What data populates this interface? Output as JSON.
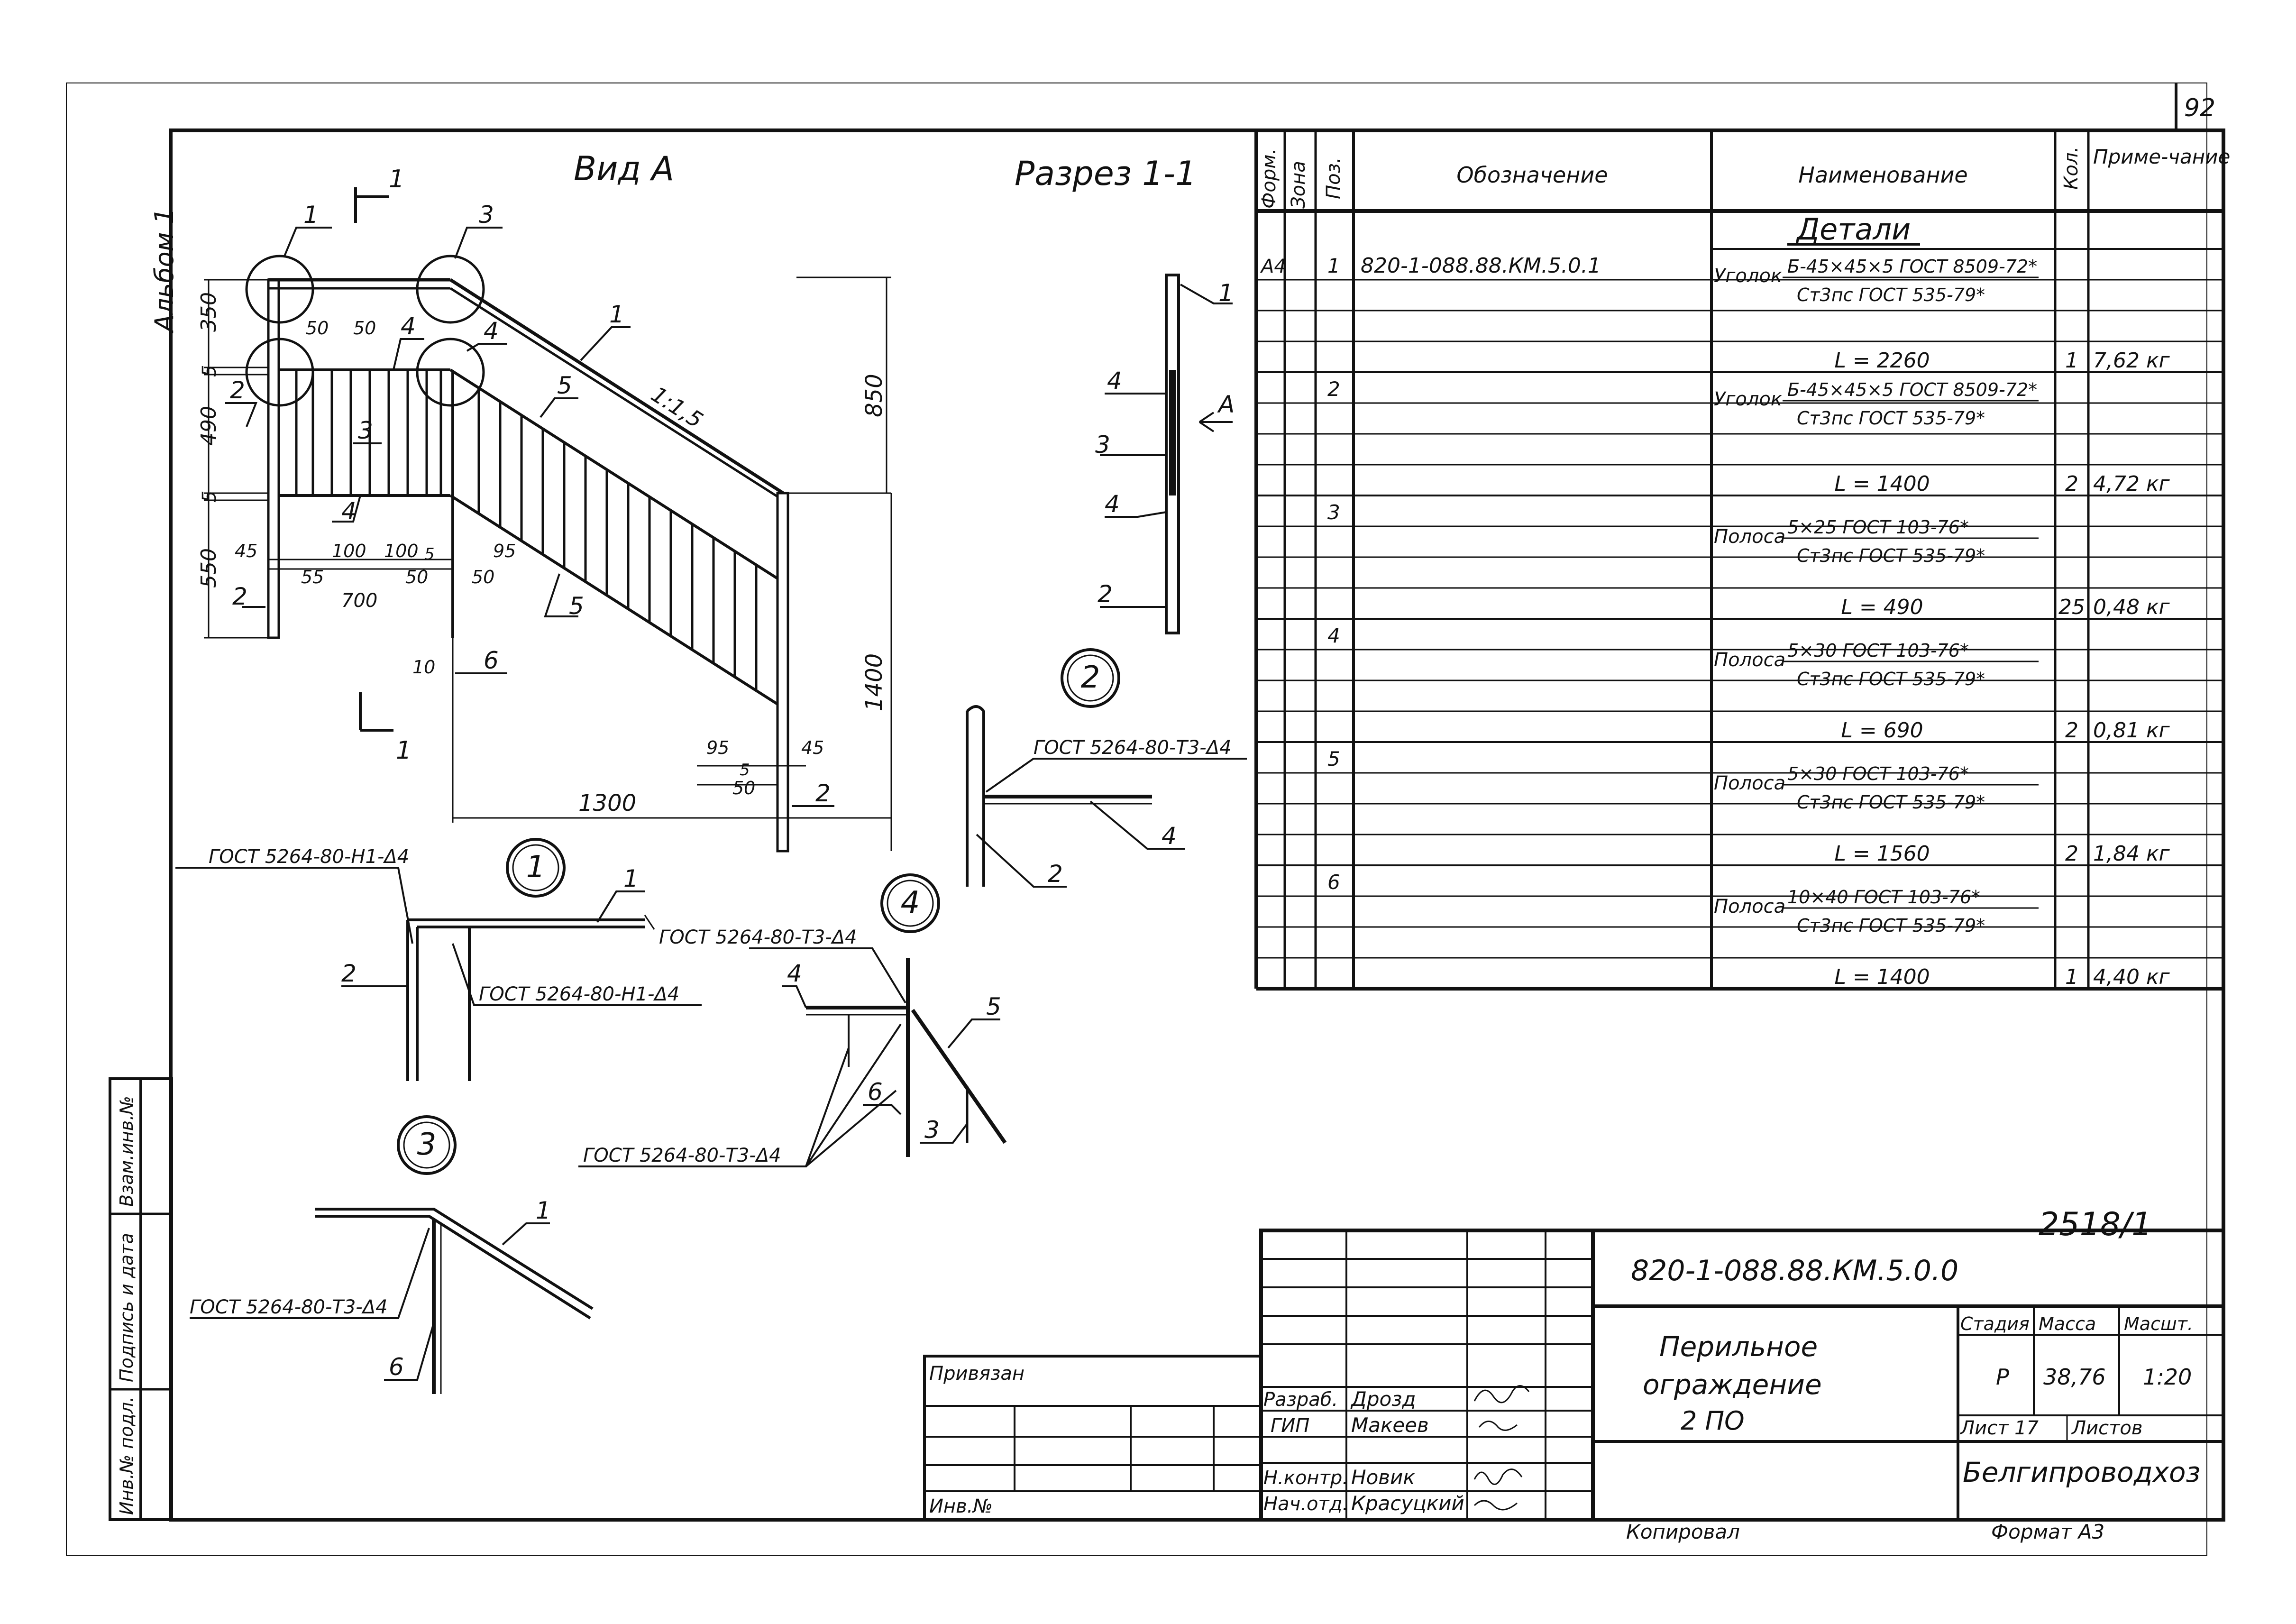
{
  "sheet_number": "92",
  "album_label": "Альбом 1",
  "titles": {
    "view_a": "Вид А",
    "section": "Разрез 1-1"
  },
  "section_marks": {
    "top": "1",
    "bottom": "1"
  },
  "view_dims": {
    "d350": "350",
    "d5a": "5",
    "d490": "490",
    "d5b": "5",
    "d550": "550",
    "d850": "850",
    "d1400": "1400",
    "d1300": "1300",
    "d700": "700",
    "d45a": "45",
    "d100a": "100",
    "d100b": "100",
    "d55": "55",
    "d50a": "50",
    "d5c": "5",
    "d95a": "95",
    "d50b": "50",
    "d50c": "50",
    "d50d": "50",
    "d10": "10",
    "d95b": "95",
    "d5d": "5",
    "d45b": "45",
    "d50e": "50",
    "slope": "1:1,5"
  },
  "callouts": {
    "c1": "1",
    "c2": "2",
    "c3": "3",
    "c4": "4",
    "p1": "1",
    "p5": "5",
    "p4a": "4",
    "p3a": "3",
    "p4b": "4",
    "p2a": "2",
    "p5b": "5",
    "p6": "6",
    "p2b": "2",
    "s1": "1",
    "s4a": "4",
    "sA": "A",
    "s3": "3",
    "s4b": "4",
    "s2": "2"
  },
  "details": {
    "d1_num": "1",
    "d1_weld_a": "ГОСТ 5264-80-Н1-Δ4",
    "d1_weld_b": "ГОСТ 5264-80-Н1-Δ4",
    "d1_p1": "1",
    "d1_p2": "2",
    "d2_num": "2",
    "d2_weld": "ГОСТ 5264-80-Т3-Δ4",
    "d2_p4": "4",
    "d2_p2": "2",
    "d3_num": "3",
    "d3_weld": "ГОСТ 5264-80-Т3-Δ4",
    "d3_p1": "1",
    "d3_p6": "6",
    "d4_num": "4",
    "d4_weld_a": "ГОСТ 5264-80-Т3-Δ4",
    "d4_weld_b": "ГОСТ 5264-80-Т3-Δ4",
    "d4_p4": "4",
    "d4_p5": "5",
    "d4_p6": "6",
    "d4_p3": "3"
  },
  "spec": {
    "headers": {
      "format": "Форм.",
      "zone": "Зона",
      "pos": "Поз.",
      "designation": "Обозначение",
      "name": "Наименование",
      "qty": "Кол.",
      "note": "Приме-чание"
    },
    "section": "Детали",
    "rows": [
      {
        "format": "А4",
        "pos": "1",
        "designation": "820-1-088.88.КМ.5.0.1",
        "kind": "Уголок",
        "top": "Б-45×45×5 ГОСТ 8509-72*",
        "bottom": "Ст3пс ГОСТ 535-79*",
        "length": "L = 2260",
        "qty": "1",
        "note": "7,62 кг"
      },
      {
        "format": "",
        "pos": "2",
        "designation": "",
        "kind": "Уголок",
        "top": "Б-45×45×5 ГОСТ 8509-72*",
        "bottom": "Ст3пс ГОСТ 535-79*",
        "length": "L = 1400",
        "qty": "2",
        "note": "4,72 кг"
      },
      {
        "format": "",
        "pos": "3",
        "designation": "",
        "kind": "Полоса",
        "top": "5×25 ГОСТ 103-76*",
        "bottom": "Ст3пс ГОСТ 535-79*",
        "length": "L = 490",
        "qty": "25",
        "note": "0,48 кг"
      },
      {
        "format": "",
        "pos": "4",
        "designation": "",
        "kind": "Полоса",
        "top": "5×30 ГОСТ 103-76*",
        "bottom": "Ст3пс ГОСТ 535-79*",
        "length": "L = 690",
        "qty": "2",
        "note": "0,81 кг"
      },
      {
        "format": "",
        "pos": "5",
        "designation": "",
        "kind": "Полоса",
        "top": "5×30 ГОСТ 103-76*",
        "bottom": "Ст3пс ГОСТ 535-79*",
        "length": "L = 1560",
        "qty": "2",
        "note": "1,84 кг"
      },
      {
        "format": "",
        "pos": "6",
        "designation": "",
        "kind": "Полоса",
        "top": "10×40 ГОСТ 103-76*",
        "bottom": "Ст3пс ГОСТ 535-79*",
        "length": "L = 1400",
        "qty": "1",
        "note": "4,40 кг"
      }
    ]
  },
  "stamp": {
    "archive_number": "2518/1",
    "designation": "820-1-088.88.КМ.5.0.0",
    "title_lines": [
      "Перильное",
      "ограждение",
      "2 ПО"
    ],
    "stage_label": "Стадия",
    "mass_label": "Масса",
    "scale_label": "Масшт.",
    "stage": "Р",
    "mass": "38,76",
    "scale": "1:20",
    "sheet_label": "Лист 17",
    "sheets_label": "Листов",
    "organization": "Белгипроводхоз",
    "tied_label": "Привязан",
    "inv_label": "Инв.№",
    "roles": [
      "Разраб.",
      "ГИП",
      "Н.контр.",
      "Нач.отд."
    ],
    "names": [
      "Дрозд",
      "Макеев",
      "Новик",
      "Красуцкий"
    ],
    "copied": "Копировал",
    "format": "Формат А3"
  },
  "side_stamp": [
    "Инв.№ подл.",
    "Подпись и дата",
    "Взам.инв.№"
  ]
}
